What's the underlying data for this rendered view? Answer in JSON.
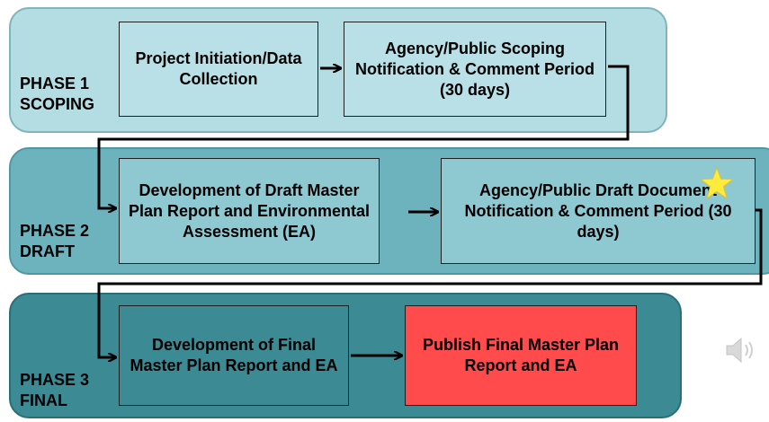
{
  "phases": [
    {
      "label": "PHASE 1\nSCOPING"
    },
    {
      "label": "PHASE 2\nDRAFT"
    },
    {
      "label": "PHASE 3\nFINAL"
    }
  ],
  "steps": {
    "initiation": "Project Initiation/Data Collection",
    "scoping": "Agency/Public Scoping Notification & Comment Period (30 days)",
    "draft_dev": "Development of Draft Master Plan Report and Environmental Assessment (EA)",
    "draft_notice": "Agency/Public Draft Document Notification & Comment Period (30 days)",
    "final_dev": "Development of Final Master Plan Report and EA",
    "publish": "Publish Final Master Plan Report and EA"
  },
  "icons": {
    "star": "star-icon",
    "speaker": "speaker-icon"
  },
  "colors": {
    "phase1_band": "#b4dde3",
    "phase2_band": "#6cb3bd",
    "phase3_band": "#3c8a93",
    "highlight_box": "#ff4b4b",
    "star": "#ffeb3b"
  }
}
